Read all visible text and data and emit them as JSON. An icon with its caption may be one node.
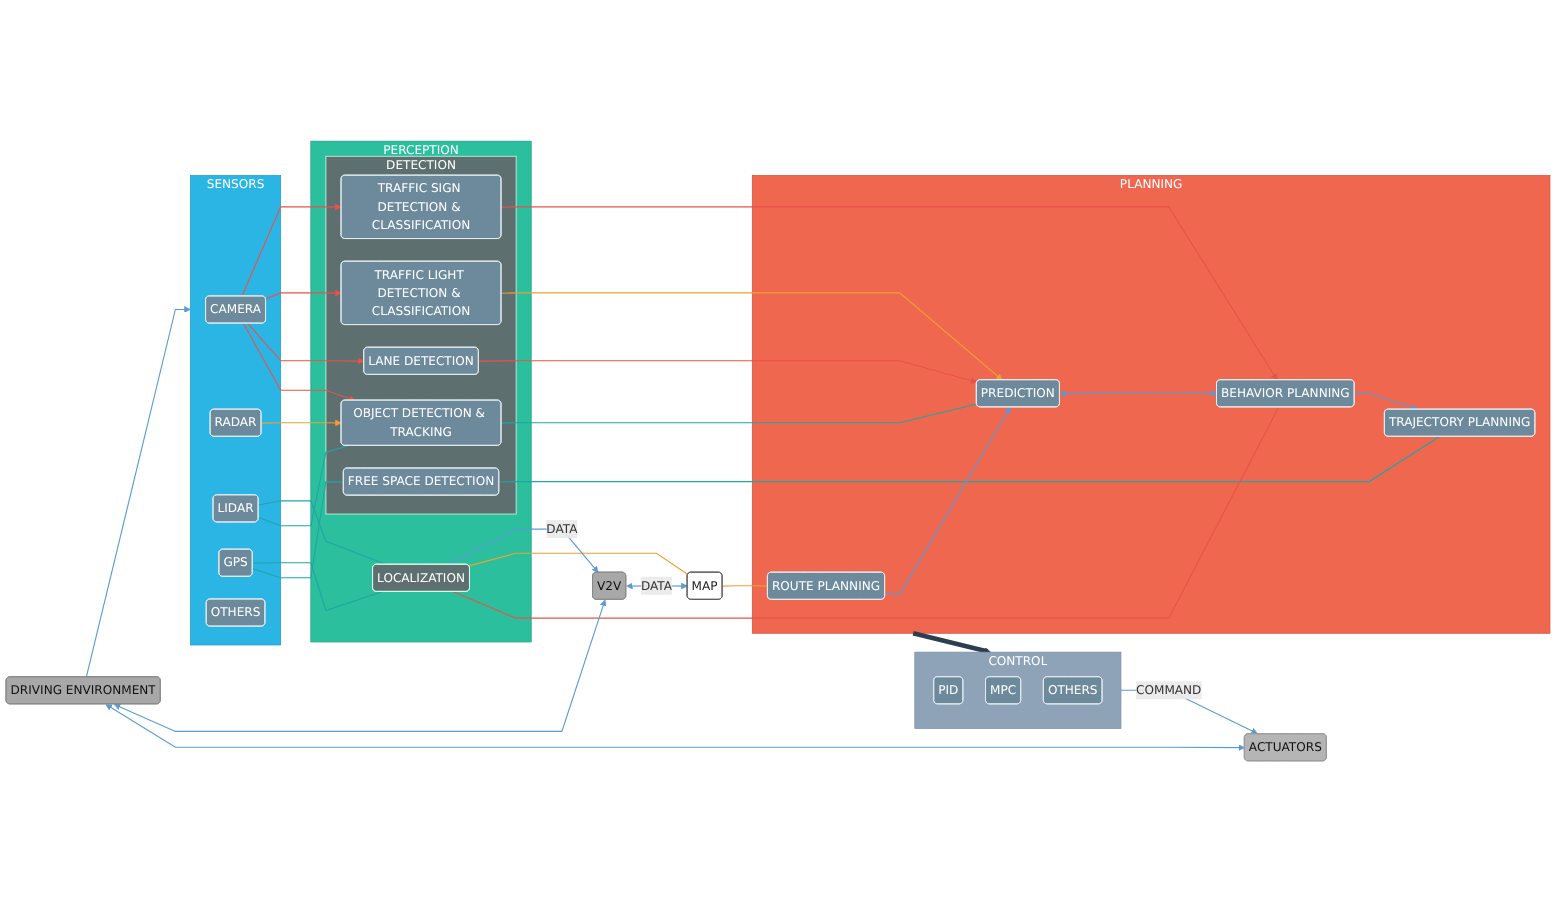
{
  "diagram": {
    "nodes": [
      {
        "text": [
          "ACTUATORS"
        ]
      },
      {
        "text": [
          "DRIVING ENVIRONMENT"
        ]
      },
      {
        "text": [
          "SENSORS"
        ]
      },
      {
        "text": [
          "CAMERA"
        ],
        "in": 2
      },
      {
        "text": [
          "RADAR"
        ],
        "in": 2
      },
      {
        "text": [
          "LIDAR"
        ],
        "in": 2
      },
      {
        "text": [
          "GPS"
        ],
        "in": 2
      },
      {
        "text": [
          "OTHERS"
        ],
        "in": 2
      },
      {
        "text": [
          "PERCEPTION"
        ]
      },
      {
        "text": [
          "DETECTION"
        ],
        "in": 8
      },
      {
        "text": [
          "LANE DETECTION"
        ],
        "in": 9
      },
      {
        "text": [
          "TRAFFIC LIGHT DETECTION & CLASSIFICATION"
        ],
        "in": 9
      },
      {
        "text": [
          "TRAFFIC SIGN DETECTION & CLASSIFICATION"
        ],
        "in": 9
      },
      {
        "text": [
          "OBJECT DETECTION & TRACKING"
        ],
        "in": 9
      },
      {
        "text": [
          "FREE SPACE DETECTION"
        ],
        "in": 9
      },
      {
        "text": [
          "LOCALIZATION"
        ],
        "in": 8
      },
      {
        "text": [
          "PLANNING"
        ]
      },
      {
        "text": [
          "ROUTE PLANNING"
        ],
        "in": 16
      },
      {
        "text": [
          "PREDICTION"
        ],
        "in": 16
      },
      {
        "text": [
          "BEHAVIOR PLANNING"
        ],
        "in": 16
      },
      {
        "text": [
          "TRAJECTORY PLANNING"
        ],
        "in": 16
      },
      {
        "text": [
          "CONTROL"
        ]
      },
      {
        "text": [
          "PID"
        ],
        "in": 21
      },
      {
        "text": [
          "MPC"
        ],
        "in": 21
      },
      {
        "text": [
          "OTHERS"
        ],
        "in": 21
      },
      {
        "text": [
          "MAP"
        ]
      },
      {
        "text": [
          "V2V"
        ]
      }
    ],
    "edges": [
      {
        "from": 1,
        "to": 0,
        "arrow": "both"
      },
      {
        "from": 21,
        "to": 0,
        "arrow": "to",
        "label": "COMMAND"
      },
      {
        "from": 1,
        "to": 2,
        "arrow": "to"
      },
      {
        "from": 3,
        "to": 13,
        "arrow": "to",
        "color": "#e8534a"
      },
      {
        "from": 4,
        "to": 13,
        "arrow": "to",
        "color": "#f0a030"
      },
      {
        "from": 3,
        "to": 10,
        "arrow": "to",
        "color": "#e8534a"
      },
      {
        "from": 3,
        "to": 11,
        "arrow": "to",
        "color": "#e8534a"
      },
      {
        "from": 3,
        "to": 12,
        "arrow": "to",
        "color": "#e8534a"
      },
      {
        "from": 5,
        "to": 13,
        "arrow": "none",
        "color": "#22a5a5"
      },
      {
        "from": 5,
        "to": 15,
        "arrow": "none",
        "color": "#22a5a5"
      },
      {
        "from": 6,
        "to": 14,
        "arrow": "none",
        "color": "#22a5a5"
      },
      {
        "from": 6,
        "to": 15,
        "arrow": "none",
        "color": "#22a5a5"
      },
      {
        "from": 10,
        "to": 18,
        "arrow": "to",
        "color": "#e8534a"
      },
      {
        "from": 11,
        "to": 18,
        "arrow": "to",
        "color": "#f0a030"
      },
      {
        "from": 12,
        "to": 19,
        "arrow": "to",
        "color": "#e8534a"
      },
      {
        "from": 13,
        "to": 18,
        "arrow": "none",
        "color": "#22a5a5"
      },
      {
        "from": 14,
        "to": 20,
        "arrow": "none",
        "color": "#22a5a5"
      },
      {
        "from": 15,
        "to": 19,
        "arrow": "none",
        "color": "#e8534a"
      },
      {
        "from": 15,
        "to": 25,
        "arrow": "none",
        "color": "#f0a030"
      },
      {
        "from": 25,
        "to": 17,
        "arrow": "none",
        "color": "#f0a030"
      },
      {
        "from": 17,
        "to": 18,
        "arrow": "to"
      },
      {
        "from": 18,
        "to": 19,
        "arrow": "both"
      },
      {
        "from": 19,
        "to": 20,
        "arrow": "to"
      },
      {
        "from": 16,
        "to": 21,
        "arrow": "to",
        "style": "thick",
        "color": "#2d3e50"
      },
      {
        "from": 1,
        "to": 26,
        "arrow": "both"
      },
      {
        "from": 15,
        "to": 26,
        "arrow": "to",
        "label": "DATA"
      },
      {
        "from": 26,
        "to": 25,
        "arrow": "both",
        "label": "DATA"
      }
    ]
  }
}
